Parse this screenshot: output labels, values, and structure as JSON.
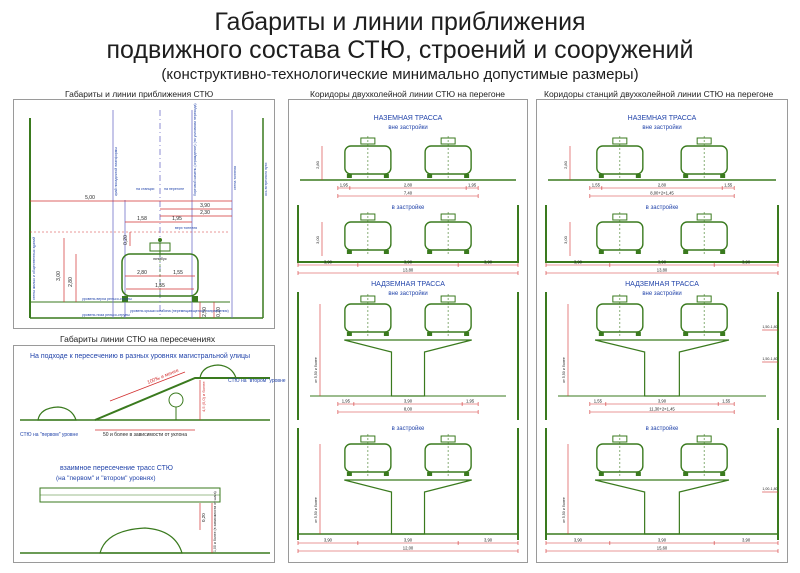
{
  "header": {
    "title_line1": "Габариты и линии приближения",
    "title_line2": "подвижного состава СТЮ, строений и сооружений",
    "subtitle": "(конструктивно-технологические минимально допустимые размеры)"
  },
  "panels": {
    "clearance": {
      "title": "Габариты и линии приближения СТЮ",
      "dims": [
        "5,00",
        "3,90",
        "2,30",
        "1,95",
        "1,58",
        "0,20",
        "3,00",
        "2,80",
        "1,55",
        "1,55",
        "2,50",
        "0,20",
        "0,20"
      ],
      "labels": {
        "platform_edge": "край посадочной платформы",
        "at_station": "на станции",
        "on_span": "на перегоне",
        "side_curb": "бортовой камень (ограждение) (по условиям перехода)",
        "wall_left": "стены жилых и общественных зданий",
        "wall_right": "стена тоннеля",
        "curb_pattern": "ось встречного пути",
        "tunnel_top": "верх тоннеля",
        "vehicle": "юнибус",
        "rail_top": "уровень верха рельсо-струны",
        "rail_bottom": "уровень низа рельсо-струны",
        "center_level": "уровень оси рельсо-струн",
        "ground_level": "уровень крыши комбипа (перемещающегося направления)"
      }
    },
    "crossings": {
      "title": "Габариты линии СТЮ на пересечениях",
      "approach_text": "На подходе к пересечению в разных уровнях магистральной улицы",
      "slope_label": "100‰ и менее",
      "second_level": "СТЮ на \"втором\" уровне",
      "first_level": "СТЮ на \"первом\" уровне",
      "distance_label": "50 и более в зависимости от уклона",
      "height_label": "4,5 (5,0) и более",
      "mutual_text": "взаимное пересечение трасс СТЮ",
      "mutual_sub": "(на \"первом\" и \"втором\" уровнях)",
      "dim_a": "0,20",
      "dim_b": "1,00 и более (в зависимости от шага)"
    },
    "corridor_span": {
      "title": "Коридоры двухколейной линии СТЮ на перегоне",
      "ground_title": "НАЗЕМНАЯ ТРАССА",
      "outside_builtup": "вне застройки",
      "in_builtup": "в застройке",
      "elevated_title": "НАДЗЕМНАЯ ТРАССА",
      "dims_ground1": [
        "1,95",
        "2,80",
        "1,95",
        "7,40"
      ],
      "dims_ground2": [
        "3,90",
        "3,90",
        "3,90",
        "13,80"
      ],
      "dims_elev1": [
        "1,95",
        "3,90",
        "1,95",
        "8,00"
      ],
      "dims_elev2": [
        "3,90",
        "3,90",
        "3,90",
        "12,00"
      ],
      "heights": [
        "2,80",
        "3,00",
        "от 5,50 и более",
        "от 5,50 и более"
      ]
    },
    "corridor_station": {
      "title": "Коридоры станций двухколейной линии СТЮ на перегоне",
      "ground_title": "НАЗЕМНАЯ ТРАССА",
      "outside_builtup": "вне застройки",
      "in_builtup": "в застройке",
      "elevated_title": "НАДЗЕМНАЯ ТРАССА",
      "dims_ground1": [
        "1,55",
        "2,80",
        "1,55",
        "8,00+2×1,45"
      ],
      "dims_ground2": [
        "3,90",
        "3,90",
        "3,90",
        "13,80"
      ],
      "dims_elev1": [
        "1,55",
        "3,90",
        "1,55",
        "11,30+2×1,45"
      ],
      "dims_elev2": [
        "3,90",
        "3,90",
        "3,90",
        "15,60"
      ],
      "side_dims": [
        "1,50-1,80",
        "1,50-1,80",
        "1,00-1,80"
      ],
      "heights": [
        "2,80",
        "3,00",
        "от 5,50 и более",
        "от 5,50 и более"
      ]
    }
  },
  "colors": {
    "structure": "#3a7a1e",
    "dimension": "#d23030",
    "text_blue": "#2244aa",
    "guide": "#7070c8",
    "frame": "#9a9a9a"
  }
}
